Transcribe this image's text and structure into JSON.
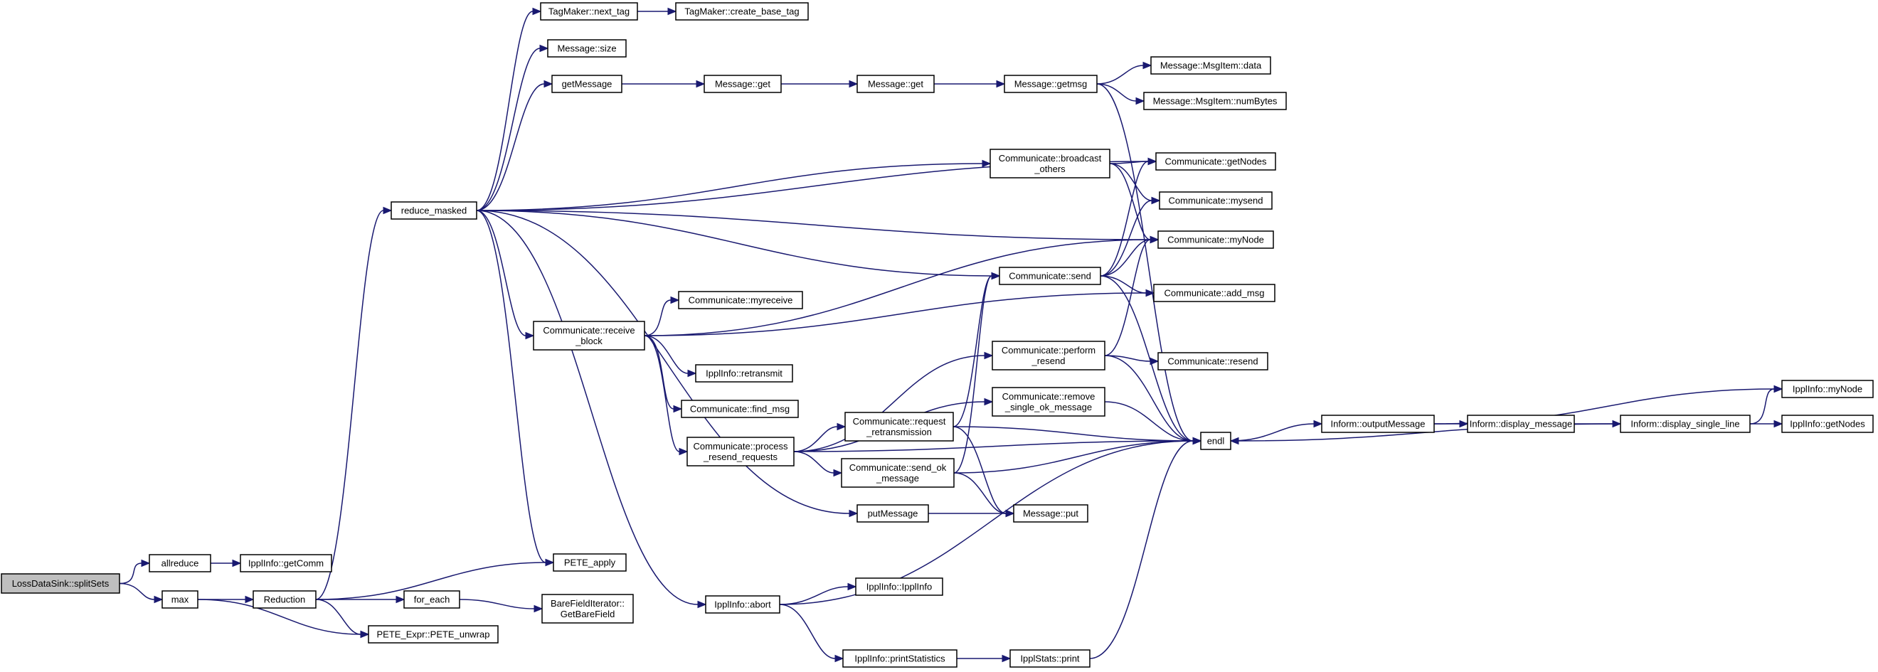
{
  "graph": {
    "title": "",
    "nodes": [
      {
        "id": "splitSets",
        "lines": [
          "LossDataSink::splitSets"
        ],
        "root": true
      },
      {
        "id": "allreduce",
        "lines": [
          "allreduce"
        ]
      },
      {
        "id": "max",
        "lines": [
          "max"
        ]
      },
      {
        "id": "getComm",
        "lines": [
          "IpplInfo::getComm"
        ]
      },
      {
        "id": "Reduction",
        "lines": [
          "Reduction"
        ]
      },
      {
        "id": "for_each",
        "lines": [
          "for_each"
        ]
      },
      {
        "id": "PETE_unwrap",
        "lines": [
          "PETE_Expr::PETE_unwrap"
        ]
      },
      {
        "id": "PETE_apply",
        "lines": [
          "PETE_apply"
        ]
      },
      {
        "id": "GetBareField",
        "lines": [
          "BareFieldIterator::",
          "GetBareField"
        ]
      },
      {
        "id": "reduce_masked",
        "lines": [
          "reduce_masked"
        ]
      },
      {
        "id": "next_tag",
        "lines": [
          "TagMaker::next_tag"
        ]
      },
      {
        "id": "create_base_tag",
        "lines": [
          "TagMaker::create_base_tag"
        ]
      },
      {
        "id": "msg_size",
        "lines": [
          "Message::size"
        ]
      },
      {
        "id": "getMessage",
        "lines": [
          "getMessage"
        ]
      },
      {
        "id": "msg_get1",
        "lines": [
          "Message::get"
        ]
      },
      {
        "id": "msg_get2",
        "lines": [
          "Message::get"
        ]
      },
      {
        "id": "getmsg",
        "lines": [
          "Message::getmsg"
        ]
      },
      {
        "id": "mi_data",
        "lines": [
          "Message::MsgItem::data"
        ]
      },
      {
        "id": "mi_numBytes",
        "lines": [
          "Message::MsgItem::numBytes"
        ]
      },
      {
        "id": "broadcast_others",
        "lines": [
          "Communicate::broadcast",
          "_others"
        ]
      },
      {
        "id": "getNodes",
        "lines": [
          "Communicate::getNodes"
        ]
      },
      {
        "id": "mysend",
        "lines": [
          "Communicate::mysend"
        ]
      },
      {
        "id": "myNode",
        "lines": [
          "Communicate::myNode"
        ]
      },
      {
        "id": "send",
        "lines": [
          "Communicate::send"
        ]
      },
      {
        "id": "add_msg",
        "lines": [
          "Communicate::add_msg"
        ]
      },
      {
        "id": "receive_block",
        "lines": [
          "Communicate::receive",
          "_block"
        ]
      },
      {
        "id": "myreceive",
        "lines": [
          "Communicate::myreceive"
        ]
      },
      {
        "id": "retransmit",
        "lines": [
          "IpplInfo::retransmit"
        ]
      },
      {
        "id": "find_msg",
        "lines": [
          "Communicate::find_msg"
        ]
      },
      {
        "id": "process_resend",
        "lines": [
          "Communicate::process",
          "_resend_requests"
        ]
      },
      {
        "id": "perform_resend",
        "lines": [
          "Communicate::perform",
          "_resend"
        ]
      },
      {
        "id": "resend",
        "lines": [
          "Communicate::resend"
        ]
      },
      {
        "id": "remove_single",
        "lines": [
          "Communicate::remove",
          "_single_ok_message"
        ]
      },
      {
        "id": "request_retrans",
        "lines": [
          "Communicate::request",
          "_retransmission"
        ]
      },
      {
        "id": "send_ok",
        "lines": [
          "Communicate::send_ok",
          "_message"
        ]
      },
      {
        "id": "putMessage",
        "lines": [
          "putMessage"
        ]
      },
      {
        "id": "msg_put",
        "lines": [
          "Message::put"
        ]
      },
      {
        "id": "endl",
        "lines": [
          "endl"
        ]
      },
      {
        "id": "outputMessage",
        "lines": [
          "Inform::outputMessage"
        ]
      },
      {
        "id": "display_message",
        "lines": [
          "Inform::display_message"
        ]
      },
      {
        "id": "display_single_line",
        "lines": [
          "Inform::display_single_line"
        ]
      },
      {
        "id": "ippl_myNode",
        "lines": [
          "IpplInfo::myNode"
        ]
      },
      {
        "id": "ippl_getNodes",
        "lines": [
          "IpplInfo::getNodes"
        ]
      },
      {
        "id": "abort",
        "lines": [
          "IpplInfo::abort"
        ]
      },
      {
        "id": "ipplinfo_ctor",
        "lines": [
          "IpplInfo::IpplInfo"
        ]
      },
      {
        "id": "printStatistics",
        "lines": [
          "IpplInfo::printStatistics"
        ]
      },
      {
        "id": "stats_print",
        "lines": [
          "IpplStats::print"
        ]
      }
    ],
    "edges": [
      [
        "splitSets",
        "allreduce"
      ],
      [
        "splitSets",
        "max"
      ],
      [
        "allreduce",
        "getComm"
      ],
      [
        "max",
        "Reduction"
      ],
      [
        "max",
        "PETE_unwrap"
      ],
      [
        "Reduction",
        "reduce_masked"
      ],
      [
        "Reduction",
        "PETE_apply"
      ],
      [
        "Reduction",
        "for_each"
      ],
      [
        "Reduction",
        "PETE_unwrap"
      ],
      [
        "for_each",
        "GetBareField"
      ],
      [
        "reduce_masked",
        "next_tag"
      ],
      [
        "reduce_masked",
        "msg_size"
      ],
      [
        "reduce_masked",
        "getMessage"
      ],
      [
        "reduce_masked",
        "getNodes"
      ],
      [
        "reduce_masked",
        "broadcast_others"
      ],
      [
        "reduce_masked",
        "myNode"
      ],
      [
        "reduce_masked",
        "send"
      ],
      [
        "reduce_masked",
        "receive_block"
      ],
      [
        "reduce_masked",
        "putMessage"
      ],
      [
        "reduce_masked",
        "abort"
      ],
      [
        "reduce_masked",
        "PETE_apply"
      ],
      [
        "next_tag",
        "create_base_tag"
      ],
      [
        "getMessage",
        "msg_get1"
      ],
      [
        "msg_get1",
        "msg_get2"
      ],
      [
        "msg_get2",
        "getmsg"
      ],
      [
        "getmsg",
        "mi_data"
      ],
      [
        "getmsg",
        "mi_numBytes"
      ],
      [
        "getmsg",
        "endl"
      ],
      [
        "broadcast_others",
        "getNodes"
      ],
      [
        "broadcast_others",
        "mysend"
      ],
      [
        "broadcast_others",
        "myNode"
      ],
      [
        "send",
        "getNodes"
      ],
      [
        "send",
        "mysend"
      ],
      [
        "send",
        "myNode"
      ],
      [
        "send",
        "add_msg"
      ],
      [
        "send",
        "endl"
      ],
      [
        "receive_block",
        "myreceive"
      ],
      [
        "receive_block",
        "retransmit"
      ],
      [
        "receive_block",
        "find_msg"
      ],
      [
        "receive_block",
        "process_resend"
      ],
      [
        "receive_block",
        "myNode"
      ],
      [
        "receive_block",
        "add_msg"
      ],
      [
        "process_resend",
        "perform_resend"
      ],
      [
        "process_resend",
        "remove_single"
      ],
      [
        "process_resend",
        "request_retrans"
      ],
      [
        "process_resend",
        "send_ok"
      ],
      [
        "process_resend",
        "endl"
      ],
      [
        "perform_resend",
        "resend"
      ],
      [
        "perform_resend",
        "myNode"
      ],
      [
        "perform_resend",
        "endl"
      ],
      [
        "remove_single",
        "endl"
      ],
      [
        "request_retrans",
        "send"
      ],
      [
        "request_retrans",
        "endl"
      ],
      [
        "request_retrans",
        "msg_put"
      ],
      [
        "send_ok",
        "send"
      ],
      [
        "send_ok",
        "endl"
      ],
      [
        "send_ok",
        "msg_put"
      ],
      [
        "putMessage",
        "msg_put"
      ],
      [
        "endl",
        "outputMessage"
      ],
      [
        "outputMessage",
        "display_message"
      ],
      [
        "outputMessage",
        "ippl_myNode"
      ],
      [
        "display_message",
        "display_single_line"
      ],
      [
        "display_single_line",
        "ippl_myNode"
      ],
      [
        "display_single_line",
        "ippl_getNodes"
      ],
      [
        "display_single_line",
        "endl"
      ],
      [
        "abort",
        "ipplinfo_ctor"
      ],
      [
        "abort",
        "printStatistics"
      ],
      [
        "abort",
        "endl"
      ],
      [
        "printStatistics",
        "stats_print"
      ],
      [
        "stats_print",
        "endl"
      ]
    ]
  }
}
